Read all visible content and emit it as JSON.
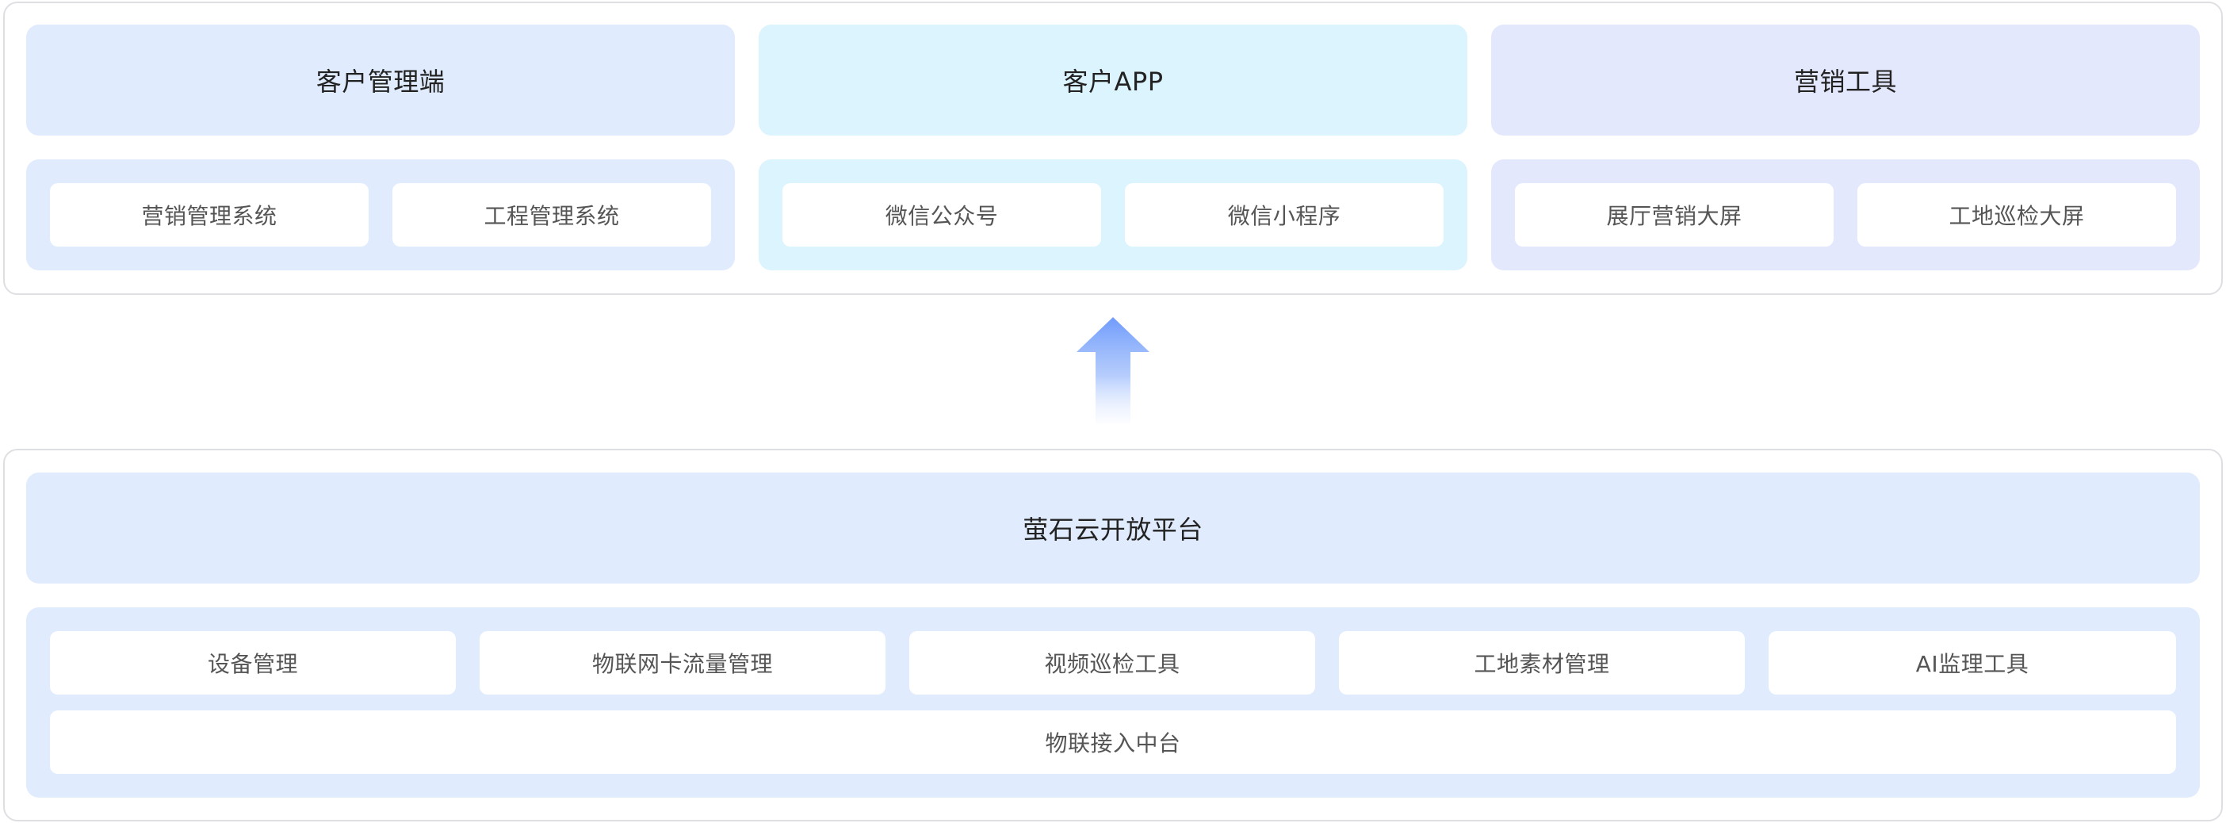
{
  "colors": {
    "blue": "#e0ecfd",
    "cyan": "#dcf4fd",
    "violet": "#e3e8fd",
    "border": "#dedfe3",
    "arrow": "#6f9bfb"
  },
  "top_layer": {
    "columns": [
      {
        "title": "客户管理端",
        "items": [
          "营销管理系统",
          "工程管理系统"
        ]
      },
      {
        "title": "客户APP",
        "items": [
          "微信公众号",
          "微信小程序"
        ]
      },
      {
        "title": "营销工具",
        "items": [
          "展厅营销大屏",
          "工地巡检大屏"
        ]
      }
    ]
  },
  "connector": {
    "icon": "up-arrow-icon"
  },
  "bottom_layer": {
    "title": "萤石云开放平台",
    "modules": [
      "设备管理",
      "物联网卡流量管理",
      "视频巡检工具",
      "工地素材管理",
      "AI监理工具"
    ],
    "base": "物联接入中台"
  }
}
